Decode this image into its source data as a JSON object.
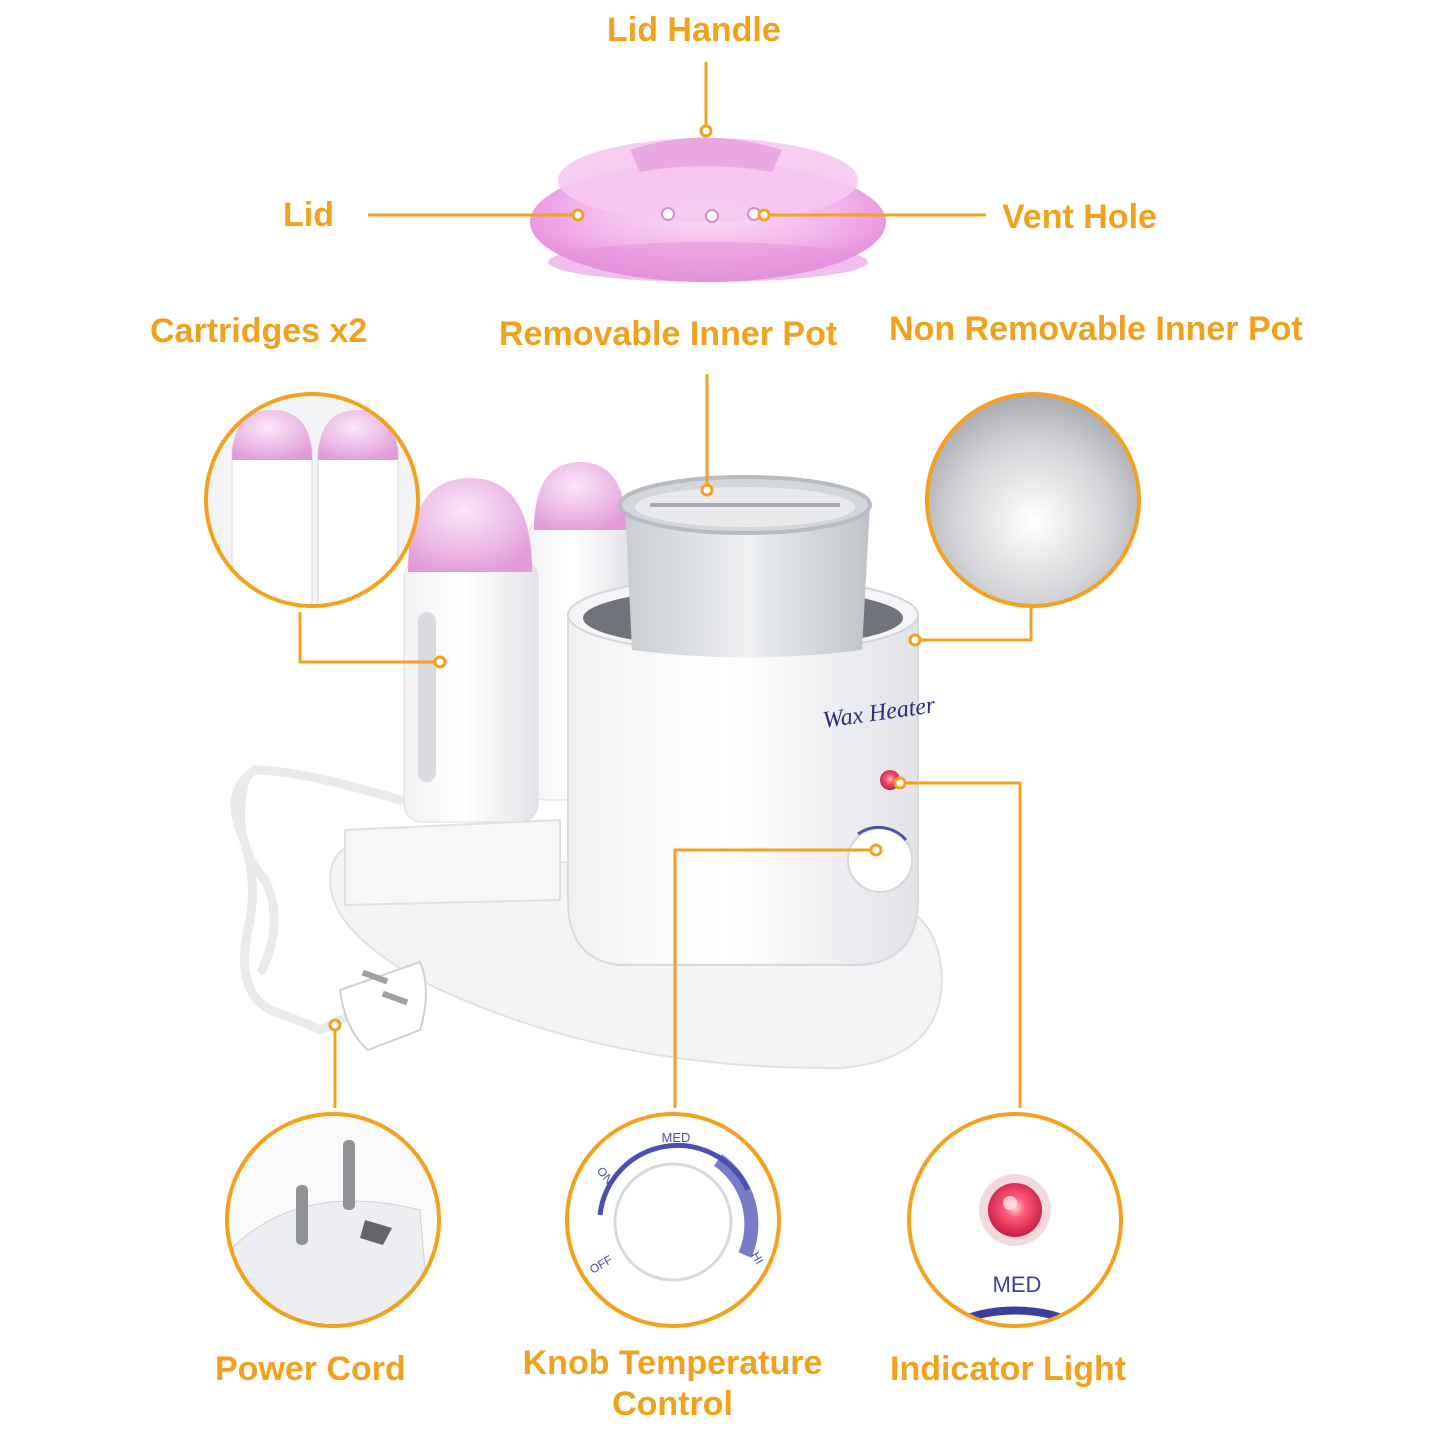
{
  "accent_color": "#f0a21d",
  "labels": {
    "lid_handle": "Lid Handle",
    "lid": "Lid",
    "vent_hole": "Vent Hole",
    "cartridges": "Cartridges x2",
    "removable_inner_pot": "Removable Inner Pot",
    "non_removable_inner_pot": "Non Removable Inner Pot",
    "power_cord": "Power Cord",
    "knob_line1": "Knob Temperature",
    "knob_line2": "Control",
    "indicator_light": "Indicator Light"
  },
  "product": {
    "brand_text": "Wax Heater"
  },
  "knob_detail": {
    "med": "MED",
    "on": "ON",
    "off": "OFF",
    "hi": "HI"
  },
  "indicator_detail": {
    "med": "MED"
  }
}
